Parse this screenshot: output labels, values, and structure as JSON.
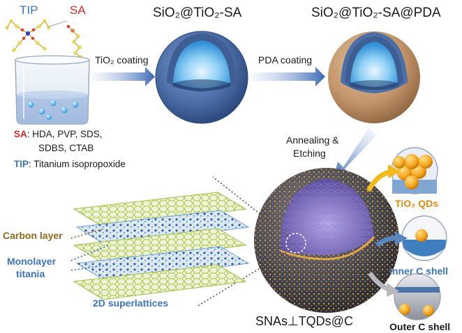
{
  "reagents": {
    "tip": "TIP",
    "sa": "SA"
  },
  "stages": {
    "core": "SiO₂@TiO₂-SA",
    "pda": "SiO₂@TiO₂-SA@PDA",
    "final": "SNAs⊥TQDs@C"
  },
  "steps": {
    "tio2": "TiO₂ coating",
    "pda": "PDA coating",
    "anneal_line1": "Annealing &",
    "anneal_line2": "Etching"
  },
  "legend": {
    "sa_key": "SA",
    "sa_value": ": HDA, PVP, SDS,",
    "sa_value2": "SDBS, CTAB",
    "tip_key": "TIP",
    "tip_value": ": Titanium isopropoxide"
  },
  "structure": {
    "carbon_layer": "Carbon layer",
    "monolayer_line1": "Monolayer",
    "monolayer_line2": "titania",
    "superlattice": "2D superlattices"
  },
  "insets": {
    "qds": "TiO₂ QDs",
    "inner": "Inner C shell",
    "outer": "Outer C shell"
  },
  "colors": {
    "blue_label": "#3c74b8",
    "red_label": "#d42a2a",
    "carbon_label": "#8a6a1e",
    "qd_label": "#e08a12",
    "sphere_blue": "#4d6fa8",
    "sphere_pda": "#c4966c",
    "sphere_final": "#4a4a52",
    "arrow_blue": "#3a68b4"
  }
}
